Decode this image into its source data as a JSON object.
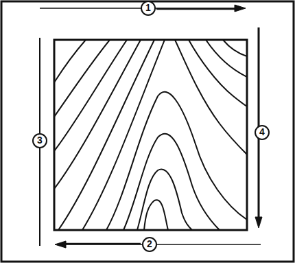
{
  "diagram": {
    "labels": [
      "1",
      "3",
      "4",
      "2"
    ]
  }
}
